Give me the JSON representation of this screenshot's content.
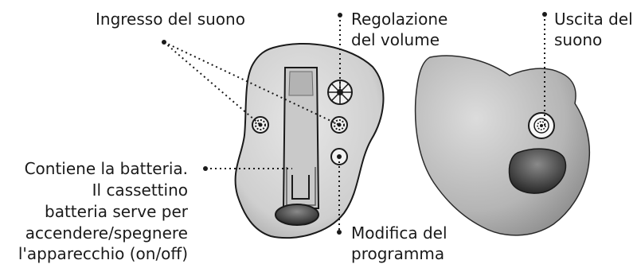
{
  "labels": {
    "sound_input": "Ingresso del suono",
    "volume_line1": "Regolazione",
    "volume_line2": "del volume",
    "output_line1": "Uscita del",
    "output_line2": "suono",
    "battery_line1": "Contiene la batteria.",
    "battery_line2": "Il cassettino",
    "battery_line3": "batteria serve per",
    "battery_line4": "accendere/spegnere",
    "battery_line5": "l'apparecchio (on/off)",
    "program_line1": "Modifica del",
    "program_line2": "programma"
  },
  "colors": {
    "ink": "#1a1a1a",
    "device_light": "#d9d9d9",
    "device_dark": "#8c8c8c"
  }
}
